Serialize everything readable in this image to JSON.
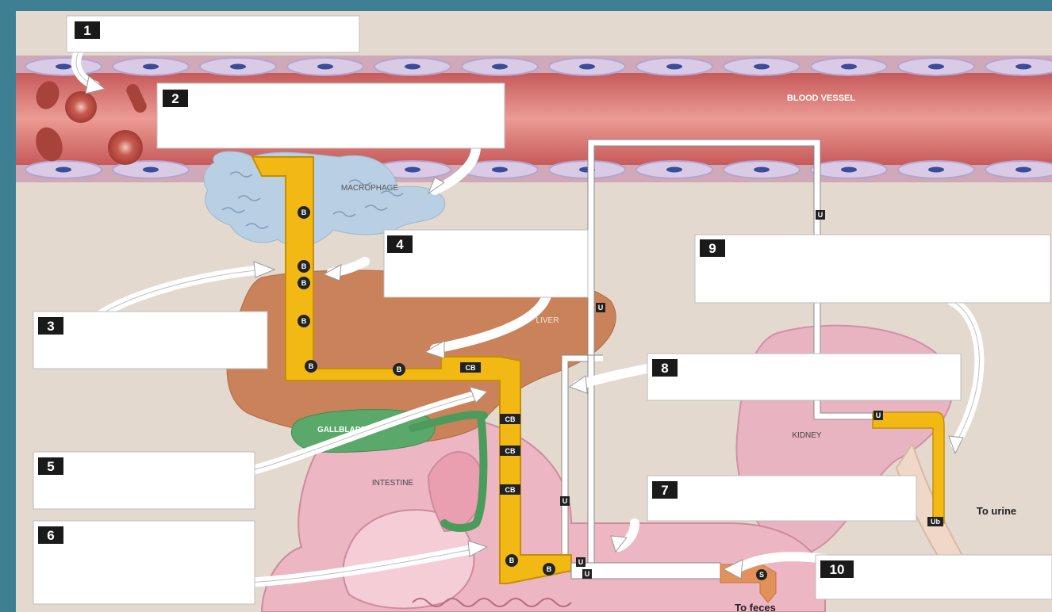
{
  "diagram": {
    "labels": {
      "blood_vessel": "BLOOD VESSEL",
      "macrophage": "MACROPHAGE",
      "liver": "LIVER",
      "gallbladder": "GALLBLADDER",
      "intestine": "INTESTINE",
      "kidney": "KIDNEY",
      "to_urine": "To urine",
      "to_feces": "To feces"
    },
    "markers": {
      "bilirubin": "B",
      "conjugated_bilirubin": "CB",
      "urobilinogen": "U",
      "urobilin": "Ub",
      "stercobilin": "S"
    },
    "callout_numbers": [
      "1",
      "2",
      "3",
      "4",
      "5",
      "6",
      "7",
      "8",
      "9",
      "10"
    ],
    "colors": {
      "frame": "#3f7f93",
      "background": "#e3d9cf",
      "vessel": "#e08a8a",
      "bile_pathway": "#f2b915",
      "liver": "#c9825a",
      "gallbladder": "#5aa96a",
      "kidney": "#e8b4c2",
      "intestine": "#ecb6c3",
      "macrophage": "#b9cfe3"
    }
  }
}
